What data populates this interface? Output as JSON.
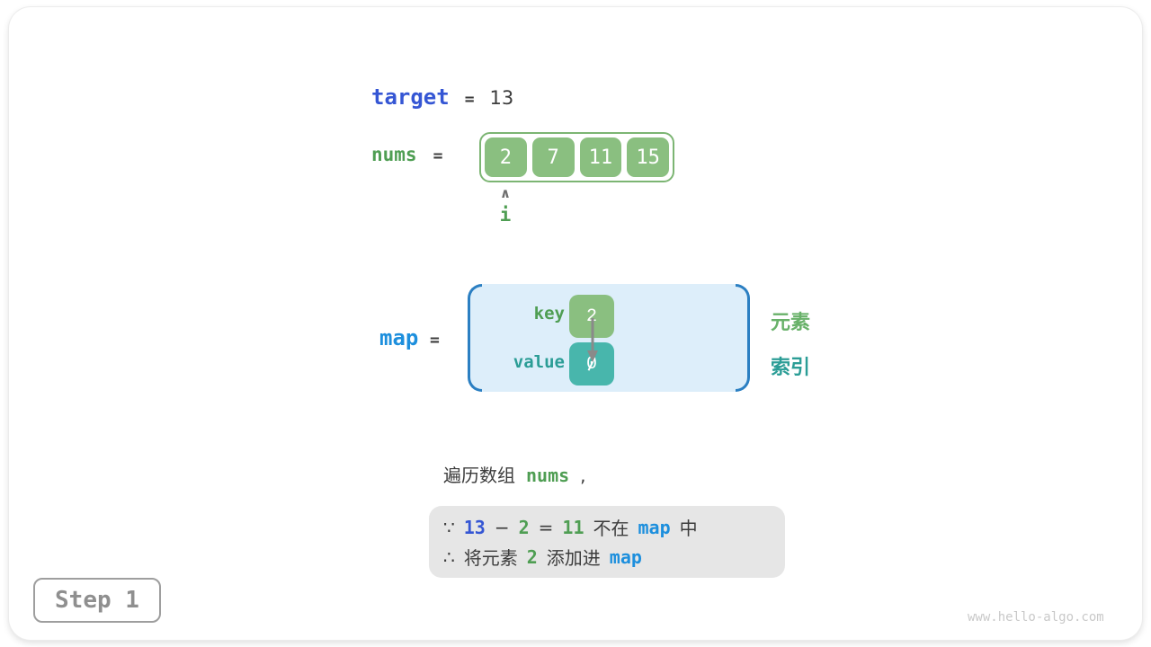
{
  "colors": {
    "blue-indigo": "#3556d4",
    "blue-azure": "#1d8fdd",
    "green-text": "#4f9e53",
    "green-legend": "#68b169",
    "teal-text": "#2b9d96",
    "green-fill": "#8abf80",
    "green-border": "#7cb573",
    "teal-fill": "#48b6ac",
    "lightblue-fill": "#ddeefa",
    "bracket-blue": "#2b7fc2",
    "dark-text": "#3c3c3c",
    "note-bg": "#e6e6e6",
    "step-gray": "#8f8f8f",
    "watermark-gray": "#c9c9c9",
    "arrow-gray": "#8a8a8a"
  },
  "target": {
    "label": "target",
    "equals": "=",
    "value": "13"
  },
  "nums": {
    "label": "nums",
    "equals": "=",
    "values": [
      "2",
      "7",
      "11",
      "15"
    ],
    "pointer_label": "i"
  },
  "map": {
    "label": "map",
    "equals": "=",
    "key_label": "key",
    "value_label": "value",
    "entry": {
      "key": "2",
      "value": "0"
    },
    "legend_key": "元素",
    "legend_value": "索引"
  },
  "caption": {
    "text": "遍历数组",
    "code": "nums",
    "comma": ","
  },
  "note": {
    "line1": {
      "because": "∵",
      "minuend": "13",
      "minus": "−",
      "subtrahend": "2",
      "equals": "=",
      "difference": "11",
      "text_a": "不在",
      "code": "map",
      "text_b": "中"
    },
    "line2": {
      "therefore": "∴",
      "text_a": "将元素",
      "num": "2",
      "text_b": "添加进",
      "code": "map"
    }
  },
  "icons": {
    "pointer_up": "∧"
  },
  "footer": {
    "step_label": "Step 1",
    "watermark": "www.hello-algo.com"
  }
}
